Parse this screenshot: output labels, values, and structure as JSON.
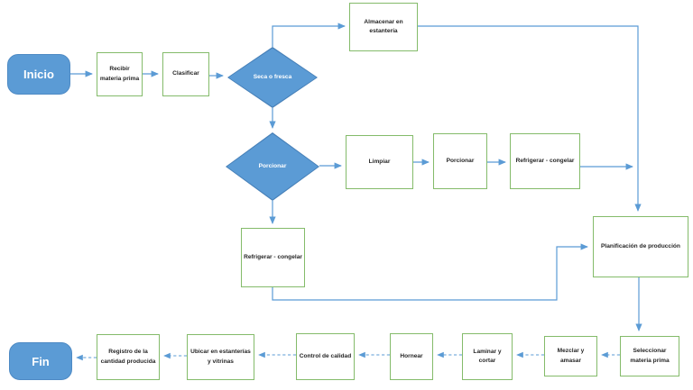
{
  "diagram": {
    "type": "flowchart",
    "language": "es",
    "nodes": {
      "inicio": {
        "label": "Inicio",
        "shape": "terminal"
      },
      "recibir": {
        "label": "Recibir materia prima",
        "shape": "process"
      },
      "clasificar": {
        "label": "Clasificar",
        "shape": "process"
      },
      "seca_o_fresca": {
        "label": "Seca o fresca",
        "shape": "decision"
      },
      "almacenar": {
        "label": "Almacenar en estantería",
        "shape": "process"
      },
      "porcionar_dec": {
        "label": "Porcionar",
        "shape": "decision"
      },
      "limpiar": {
        "label": "Limpiar",
        "shape": "process"
      },
      "porcionar": {
        "label": "Porcionar",
        "shape": "process"
      },
      "refrigerar_1": {
        "label": "Refrigerar - congelar",
        "shape": "process"
      },
      "refrigerar_2": {
        "label": "Refrigerar - congelar",
        "shape": "process"
      },
      "planificacion": {
        "label": "Planificación de producción",
        "shape": "process"
      },
      "seleccionar": {
        "label": "Seleccionar materia prima",
        "shape": "process"
      },
      "mezclar": {
        "label": "Mezclar y amasar",
        "shape": "process"
      },
      "laminar": {
        "label": "Laminar y cortar",
        "shape": "process"
      },
      "hornear": {
        "label": "Hornear",
        "shape": "process"
      },
      "control": {
        "label": "Control de calidad",
        "shape": "process"
      },
      "ubicar": {
        "label": "Ubicar en estanterías y vitrinas",
        "shape": "process"
      },
      "registro": {
        "label": "Registro de la cantidad producida",
        "shape": "process"
      },
      "fin": {
        "label": "Fin",
        "shape": "terminal"
      }
    },
    "edges": [
      {
        "from": "inicio",
        "to": "recibir",
        "style": "solid"
      },
      {
        "from": "recibir",
        "to": "clasificar",
        "style": "solid"
      },
      {
        "from": "clasificar",
        "to": "seca_o_fresca",
        "style": "solid"
      },
      {
        "from": "seca_o_fresca",
        "to": "almacenar",
        "style": "solid"
      },
      {
        "from": "almacenar",
        "to": "planificacion",
        "style": "solid"
      },
      {
        "from": "seca_o_fresca",
        "to": "porcionar_dec",
        "style": "solid"
      },
      {
        "from": "porcionar_dec",
        "to": "limpiar",
        "style": "solid"
      },
      {
        "from": "limpiar",
        "to": "porcionar",
        "style": "solid"
      },
      {
        "from": "porcionar",
        "to": "refrigerar_1",
        "style": "solid"
      },
      {
        "from": "refrigerar_1",
        "to": "planificacion",
        "style": "solid"
      },
      {
        "from": "porcionar_dec",
        "to": "refrigerar_2",
        "style": "solid"
      },
      {
        "from": "refrigerar_2",
        "to": "planificacion",
        "style": "solid"
      },
      {
        "from": "planificacion",
        "to": "seleccionar",
        "style": "solid"
      },
      {
        "from": "seleccionar",
        "to": "mezclar",
        "style": "dashed"
      },
      {
        "from": "mezclar",
        "to": "laminar",
        "style": "dashed"
      },
      {
        "from": "laminar",
        "to": "hornear",
        "style": "dashed"
      },
      {
        "from": "hornear",
        "to": "control",
        "style": "dashed"
      },
      {
        "from": "control",
        "to": "ubicar",
        "style": "dashed"
      },
      {
        "from": "ubicar",
        "to": "registro",
        "style": "dashed"
      },
      {
        "from": "registro",
        "to": "fin",
        "style": "dashed"
      }
    ],
    "colors": {
      "shape_fill_blue": "#5B9BD5",
      "shape_border_blue": "#4780B8",
      "process_border_green": "#84BB6A",
      "process_fill": "#FFFFFF",
      "connector_blue": "#5B9BD5",
      "text_dark": "#262626",
      "text_light": "#FFFFFF"
    }
  }
}
